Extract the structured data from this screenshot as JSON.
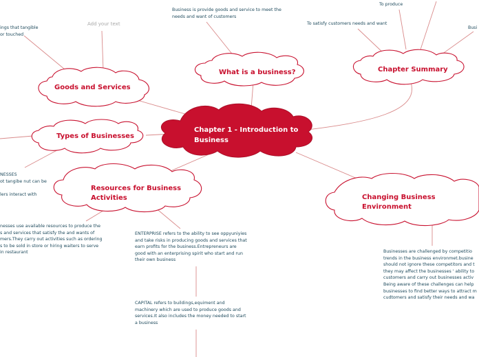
{
  "central": {
    "label": "Chapter 1 - Introduction to Business"
  },
  "nodes": {
    "what_is_business": "What is a business?",
    "chapter_summary": "Chapter Summary",
    "goods_services": "Goods and Services",
    "types_businesses": "Types of Businesses",
    "resources": "Resources for Business Activities",
    "changing_env": "Changing Business Environment"
  },
  "notes": {
    "business_def": [
      "Business is provide goods and service to meet the",
      "needs and want of customers"
    ],
    "to_produce": "To produce",
    "to_satisfy": "To satisfy customers needs and want",
    "busi_partial": "Busi",
    "tangible_partial": [
      "ings that tangible",
      "or touched"
    ],
    "add_text": "Add your text",
    "services_partial": [
      "NESSES",
      "ot tangibe nut can be",
      "",
      "lers interact with"
    ],
    "resources_partial": [
      "nesses use available resources to produce the",
      "s and services that satisfy the and wants of",
      "mers.They carry out activities such as ordering",
      "s to be sold in store or hiring waiters to serve",
      "in restaurant"
    ],
    "enterprise": [
      "ENTERPRISE refers to the ability to see oppyuniyies",
      "and take risks in producing goods and services that",
      "earn profits for the business.Entrepreneurs are",
      "good with an enterprising spirit who start and run",
      "their own business"
    ],
    "capital": [
      "CAPITAL refers to buildings,equiment and",
      "machinery which are used to produce goods and",
      "services.It also includes the money needed to start",
      "a business"
    ],
    "challenges": [
      "Businesses are challenged by competitio",
      "trends in the business environmet.busine",
      "should not ignore these competitors and t",
      "they may affect the businesses ' ability to",
      "customers and carry out businesses activ",
      "Being aware of these challenges can help",
      "businesses to find better ways to attract m",
      "cudtomers and satisfy their needs and wa"
    ]
  },
  "colors": {
    "accent": "#c8102e",
    "note_text": "#1e4a5c",
    "connector": "#d98a8a",
    "placeholder": "#a8a8a8"
  }
}
